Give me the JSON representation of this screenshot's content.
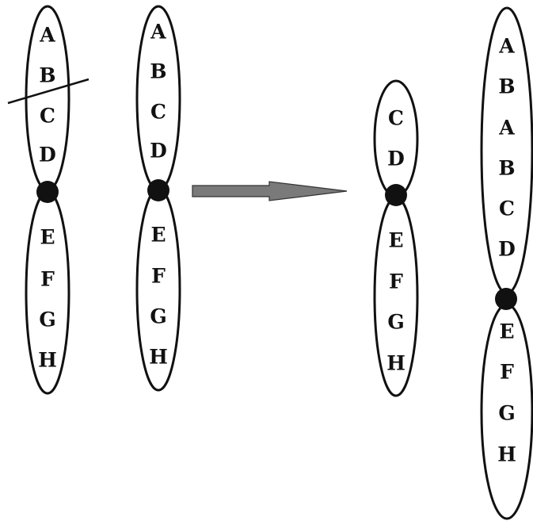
{
  "colors": {
    "outline": "#111111",
    "centromere": "#111111",
    "arrow": "#7a7a7a",
    "background": "#ffffff"
  },
  "chromosomes": [
    {
      "id": "chr1",
      "top_genes": [
        "A",
        "B",
        "C",
        "D"
      ],
      "bottom_genes": [
        "E",
        "F",
        "G",
        "H"
      ],
      "break_between": [
        "B",
        "C"
      ]
    },
    {
      "id": "chr2",
      "top_genes": [
        "A",
        "B",
        "C",
        "D"
      ],
      "bottom_genes": [
        "E",
        "F",
        "G",
        "H"
      ]
    },
    {
      "id": "chr3",
      "top_genes": [
        "C",
        "D"
      ],
      "bottom_genes": [
        "E",
        "F",
        "G",
        "H"
      ]
    },
    {
      "id": "chr4",
      "top_genes": [
        "A",
        "B",
        "A",
        "B",
        "C",
        "D"
      ],
      "bottom_genes": [
        "E",
        "F",
        "G",
        "H"
      ]
    }
  ]
}
